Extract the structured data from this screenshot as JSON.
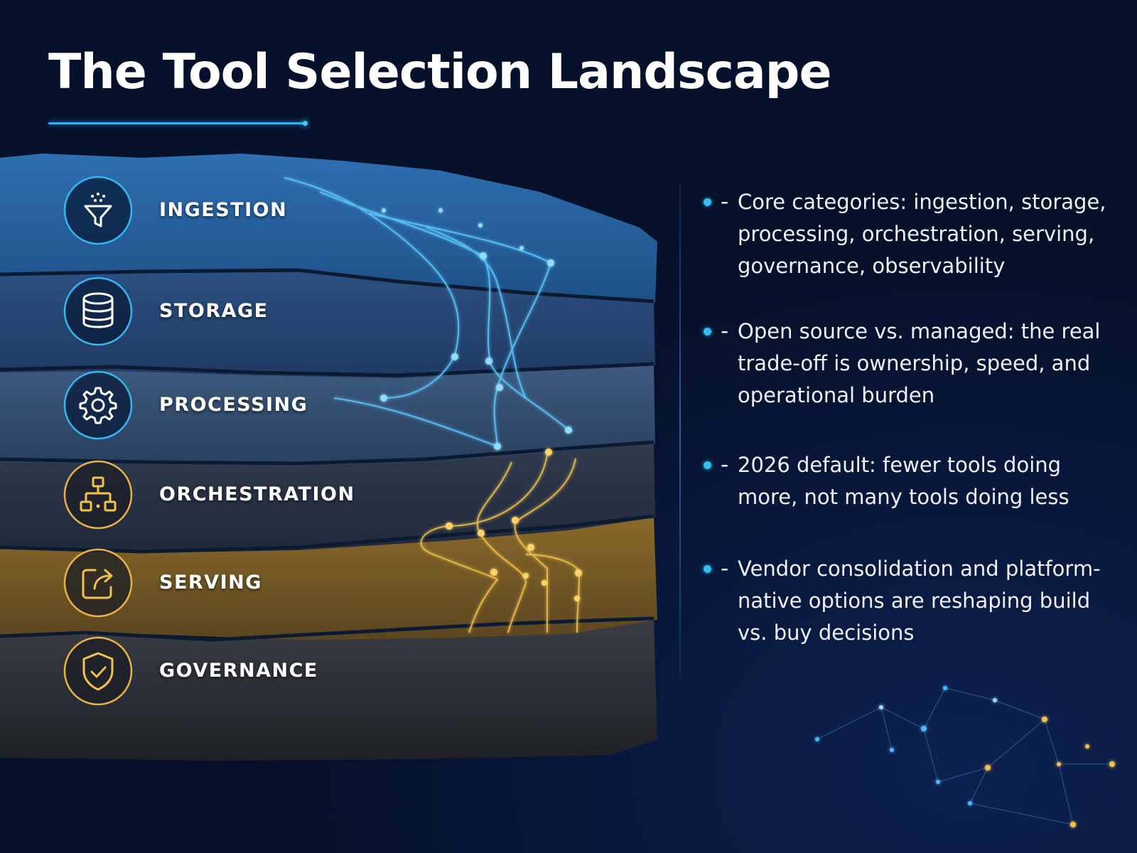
{
  "title": "The Tool Selection Landscape",
  "colors": {
    "background": "#05102a",
    "accent_blue": "#2fb3f0",
    "accent_gold": "#e9b347",
    "text": "#eef2f8"
  },
  "layers": [
    {
      "label": "INGESTION",
      "icon": "funnel-icon",
      "accent": "blue"
    },
    {
      "label": "STORAGE",
      "icon": "database-icon",
      "accent": "blue"
    },
    {
      "label": "PROCESSING",
      "icon": "gear-icon",
      "accent": "blue"
    },
    {
      "label": "ORCHESTRATION",
      "icon": "hierarchy-icon",
      "accent": "gold"
    },
    {
      "label": "SERVING",
      "icon": "share-icon",
      "accent": "gold"
    },
    {
      "label": "GOVERNANCE",
      "icon": "shield-check-icon",
      "accent": "gold"
    }
  ],
  "bullets": [
    {
      "dash": "-",
      "text": "Core categories: ingestion, storage, processing, orchestration, serving, governance, observability"
    },
    {
      "dash": "-",
      "text": "Open source vs. managed: the real trade-off is ownership, speed, and operational burden"
    },
    {
      "dash": "-",
      "text": "2026 default: fewer tools doing more, not many tools doing less"
    },
    {
      "dash": "-",
      "text": "Vendor consolidation and platform-native options are reshaping build vs. buy decisions"
    }
  ]
}
